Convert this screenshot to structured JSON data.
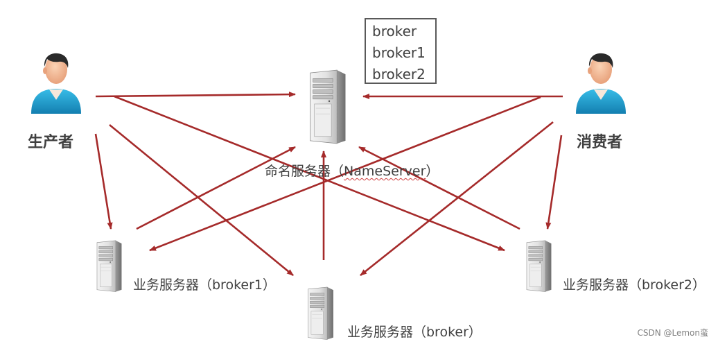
{
  "actors": {
    "producer": {
      "label": "生产者",
      "icon": "person-icon"
    },
    "consumer": {
      "label": "消费者",
      "icon": "person-icon"
    }
  },
  "servers": {
    "nameserver": {
      "label_prefix": "命名服务器（",
      "label_underlined": "NameServer",
      "label_suffix": "）",
      "icon": "server-tower-icon"
    },
    "broker1": {
      "label": "业务服务器（broker1）",
      "icon": "server-tower-icon"
    },
    "broker": {
      "label": "业务服务器（broker）",
      "icon": "server-tower-icon"
    },
    "broker2": {
      "label": "业务服务器（broker2）",
      "icon": "server-tower-icon"
    }
  },
  "registry_box": {
    "entries": [
      "broker",
      "broker1",
      "broker2"
    ]
  },
  "edges": [
    {
      "from": "producer",
      "to": "nameserver"
    },
    {
      "from": "producer",
      "to": "broker1"
    },
    {
      "from": "producer",
      "to": "broker"
    },
    {
      "from": "producer",
      "to": "broker2"
    },
    {
      "from": "consumer",
      "to": "nameserver"
    },
    {
      "from": "consumer",
      "to": "broker1"
    },
    {
      "from": "consumer",
      "to": "broker"
    },
    {
      "from": "consumer",
      "to": "broker2"
    },
    {
      "from": "broker1",
      "to": "nameserver"
    },
    {
      "from": "broker",
      "to": "nameserver"
    },
    {
      "from": "broker2",
      "to": "nameserver"
    }
  ],
  "colors": {
    "arrow": "#a52a2a",
    "text": "#404040",
    "person_shirt": "#1ea6d8"
  },
  "watermark": "CSDN @Lemon蛮"
}
